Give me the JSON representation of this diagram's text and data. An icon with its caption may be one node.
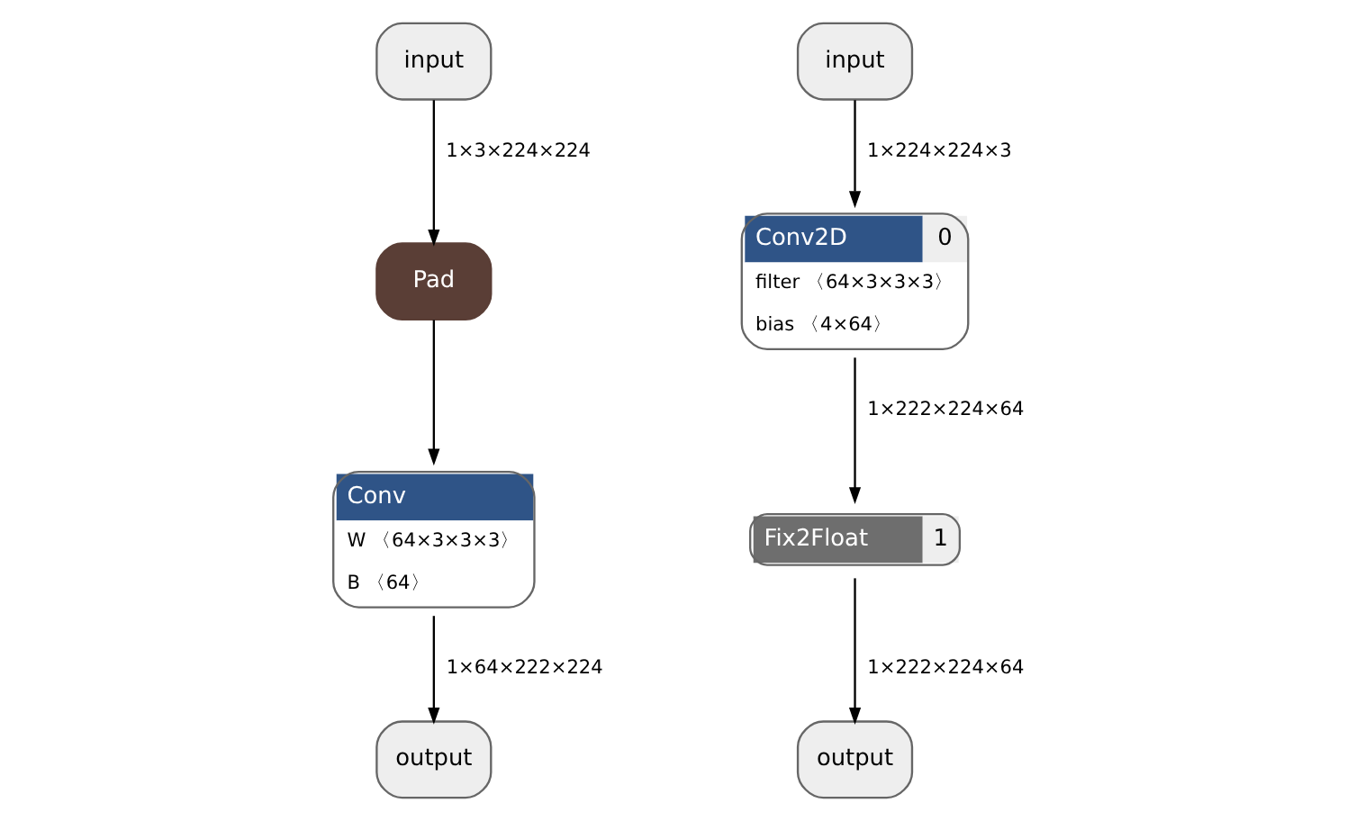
{
  "diagram": {
    "nodes": [
      {
        "text": [
          "input"
        ]
      },
      {
        "text": [
          "Pad"
        ]
      },
      {
        "text": [
          "Conv",
          "W 〈64×3×3×3〉",
          "B 〈64〉"
        ]
      },
      {
        "text": [
          "output"
        ]
      },
      {
        "text": [
          "input"
        ]
      },
      {
        "text": [
          "Conv2D",
          "0",
          "filter 〈64×3×3×3〉",
          "bias 〈4×64〉"
        ]
      },
      {
        "text": [
          "Fix2Float",
          "1"
        ]
      },
      {
        "text": [
          "output"
        ]
      }
    ],
    "edges": [
      {
        "from": 0,
        "to": 1,
        "arrow": "to",
        "label": "1×3×224×224"
      },
      {
        "from": 1,
        "to": 2,
        "arrow": "to"
      },
      {
        "from": 2,
        "to": 3,
        "arrow": "to",
        "label": "1×64×222×224"
      },
      {
        "from": 4,
        "to": 5,
        "arrow": "to",
        "label": "1×224×224×3"
      },
      {
        "from": 5,
        "to": 6,
        "arrow": "to",
        "label": "1×222×224×64"
      },
      {
        "from": 6,
        "to": 7,
        "arrow": "to",
        "label": "1×222×224×64"
      }
    ]
  }
}
